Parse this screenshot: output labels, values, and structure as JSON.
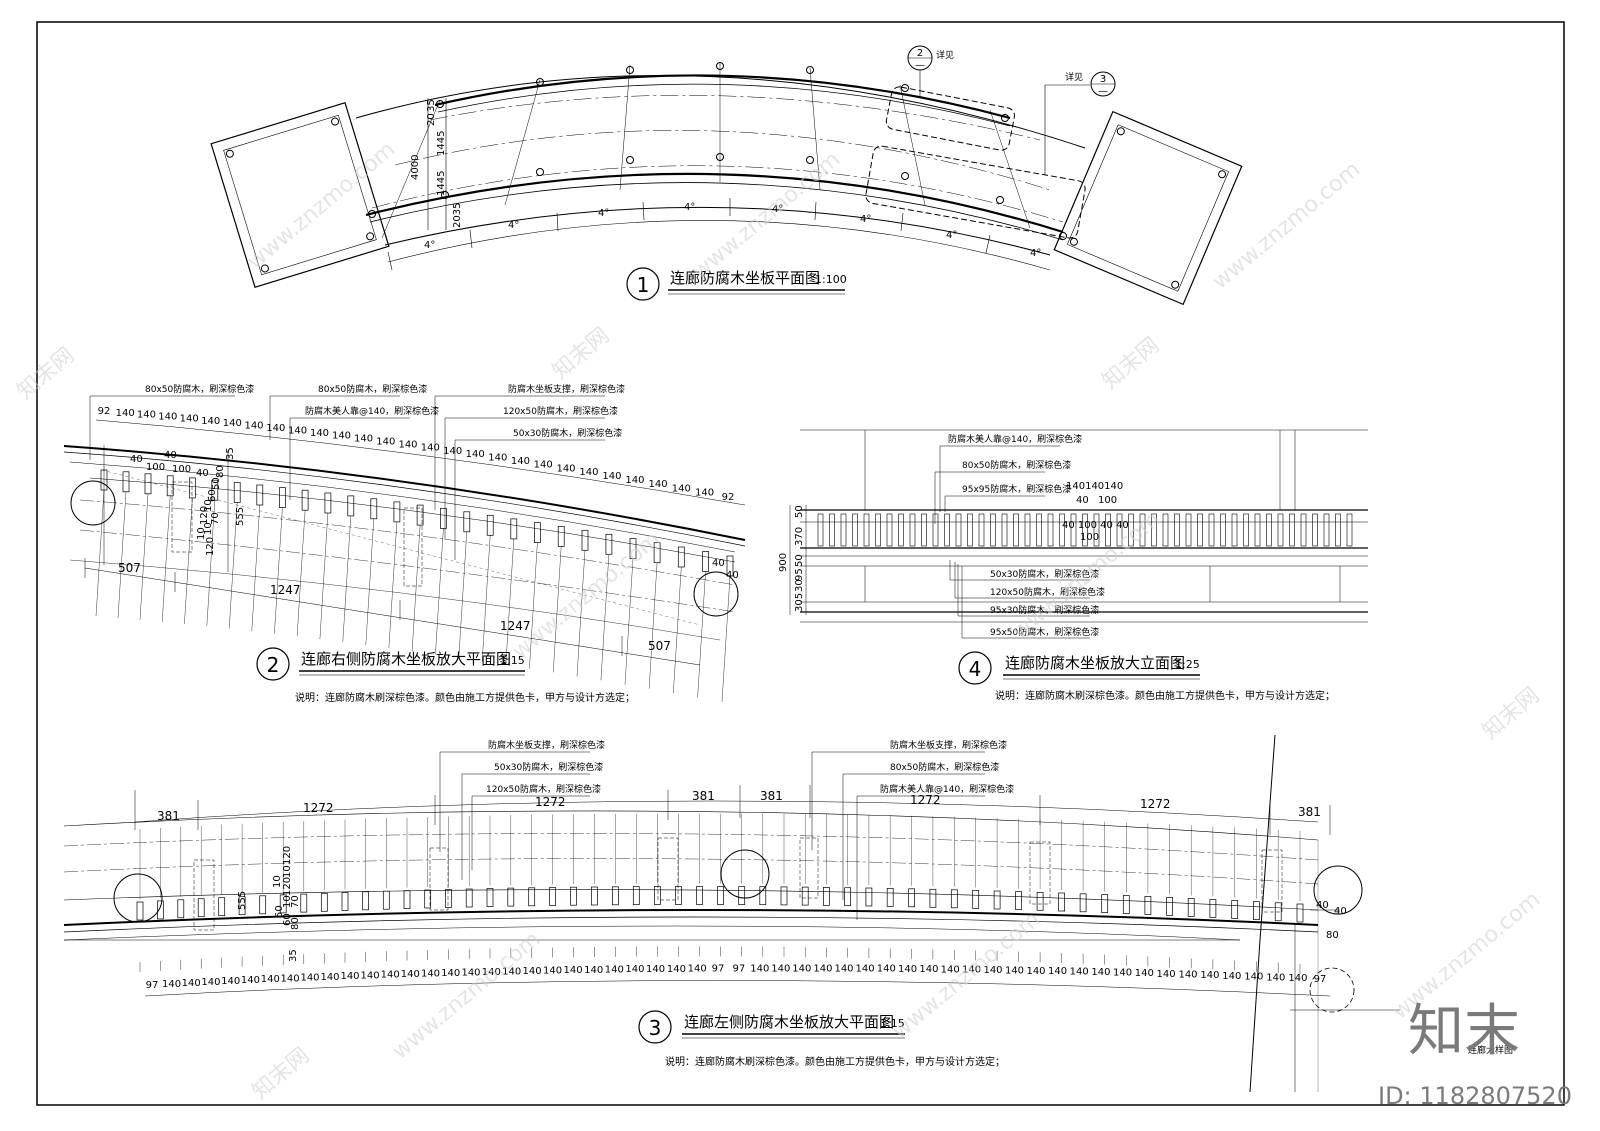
{
  "views": {
    "v1": {
      "num": "1",
      "title": "连廊防腐木坐板平面图",
      "scale": "1:100"
    },
    "v2": {
      "num": "2",
      "title": "连廊右侧防腐木坐板放大平面图",
      "scale": "1:15",
      "note": "说明：连廊防腐木刷深棕色漆。颜色由施工方提供色卡，甲方与设计方选定；"
    },
    "v3": {
      "num": "3",
      "title": "连廊左侧防腐木坐板放大平面图",
      "scale": "1:15",
      "note": "说明：连廊防腐木刷深棕色漆。颜色由施工方提供色卡，甲方与设计方选定；"
    },
    "v4": {
      "num": "4",
      "title": "连廊防腐木坐板放大立面图",
      "scale": "1:25",
      "note": "说明：连廊防腐木刷深棕色漆。颜色由施工方提供色卡，甲方与设计方选定；"
    }
  },
  "plan1": {
    "ref2": {
      "num": "2",
      "sub": "—",
      "label": "详见"
    },
    "ref3": {
      "num": "3",
      "sub": "—",
      "label": "详见"
    },
    "dims": {
      "d35": "35",
      "d20": "20",
      "d1445a": "1445",
      "d4000": "4000",
      "d1445b": "1445",
      "d2035": "2035"
    },
    "angle": "4°"
  },
  "v2labels": {
    "l1": "80x50防腐木，刷深棕色漆",
    "l2": "80x50防腐木，刷深棕色漆",
    "l3": "防腐木坐板支撑，刷深棕色漆",
    "l4": "防腐木美人靠@140，刷深棕色漆",
    "l5": "120x50防腐木，刷深棕色漆",
    "l6": "50x30防腐木，刷深棕色漆"
  },
  "v2dims": {
    "spacing": [
      "92",
      "140",
      "140",
      "140",
      "140",
      "140",
      "140",
      "140",
      "140",
      "140",
      "140",
      "140",
      "140",
      "140",
      "140",
      "140",
      "140",
      "140",
      "140",
      "140",
      "140",
      "140",
      "140",
      "140",
      "140",
      "140",
      "140",
      "140",
      "92"
    ],
    "d40": "40",
    "d100": "100",
    "d35": "35",
    "sect": [
      "80",
      "50",
      "60",
      "10",
      "120",
      "70",
      "10",
      "10",
      "120"
    ],
    "d555": "555",
    "d507a": "507",
    "d1247a": "1247",
    "d1247b": "1247",
    "d507b": "507"
  },
  "v4labels": {
    "l1": "防腐木美人靠@140，刷深棕色漆",
    "l2": "80x50防腐木，刷深棕色漆",
    "l3": "95x95防腐木，刷深棕色漆",
    "l4": "50x30防腐木，刷深棕色漆",
    "l5": "120x50防腐木，刷深棕色漆",
    "l6": "95x30防腐木，刷深棕色漆",
    "l7": "95x50防腐木，刷深棕色漆"
  },
  "v4dims": {
    "top": "140140140",
    "d40a": "40",
    "d100a": "100",
    "mid": "40 100 40 40",
    "d100b": "100",
    "d900": "900",
    "d50": "50",
    "d370": "370",
    "d50b": "50",
    "d95": "95",
    "d30": "30",
    "d305": "305"
  },
  "v3labels": {
    "l1": "防腐木坐板支撑，刷深棕色漆",
    "l2": "50x30防腐木，刷深棕色漆",
    "l3": "120x50防腐木，刷深棕色漆",
    "l4": "防腐木坐板支撑，刷深棕色漆",
    "l5": "80x50防腐木，刷深棕色漆",
    "l6": "防腐木美人靠@140，刷深棕色漆"
  },
  "v3dims": {
    "d381a": "381",
    "d1272a": "1272",
    "d1272b": "1272",
    "d381b": "381",
    "d381c": "381",
    "d1272c": "1272",
    "d1272d": "1272",
    "d381d": "381",
    "sect": [
      "120",
      "10",
      "10",
      "120",
      "70",
      "10",
      "50",
      "60",
      "80"
    ],
    "d555": "555",
    "d35": "35",
    "spacing": [
      "97",
      "140",
      "140",
      "140",
      "140",
      "140",
      "140",
      "140",
      "140",
      "140",
      "140",
      "140",
      "140",
      "140",
      "140",
      "140",
      "140",
      "140",
      "140",
      "140",
      "140",
      "140",
      "140",
      "140",
      "140",
      "140",
      "140",
      "140",
      "97",
      "97",
      "140",
      "140",
      "140",
      "140",
      "140",
      "140",
      "140",
      "140",
      "140",
      "140",
      "140",
      "140",
      "140",
      "140",
      "140",
      "140",
      "140",
      "140",
      "140",
      "140",
      "140",
      "140",
      "140",
      "140",
      "140",
      "140",
      "97"
    ],
    "d40a": "40",
    "d40b": "40",
    "d80": "80"
  },
  "cutoff_label": "连廊大样图",
  "watermark": {
    "site": "www.znzmo.com",
    "cn": "知末网"
  },
  "brand": {
    "logo": "知末",
    "id": "ID: 1182807520"
  }
}
